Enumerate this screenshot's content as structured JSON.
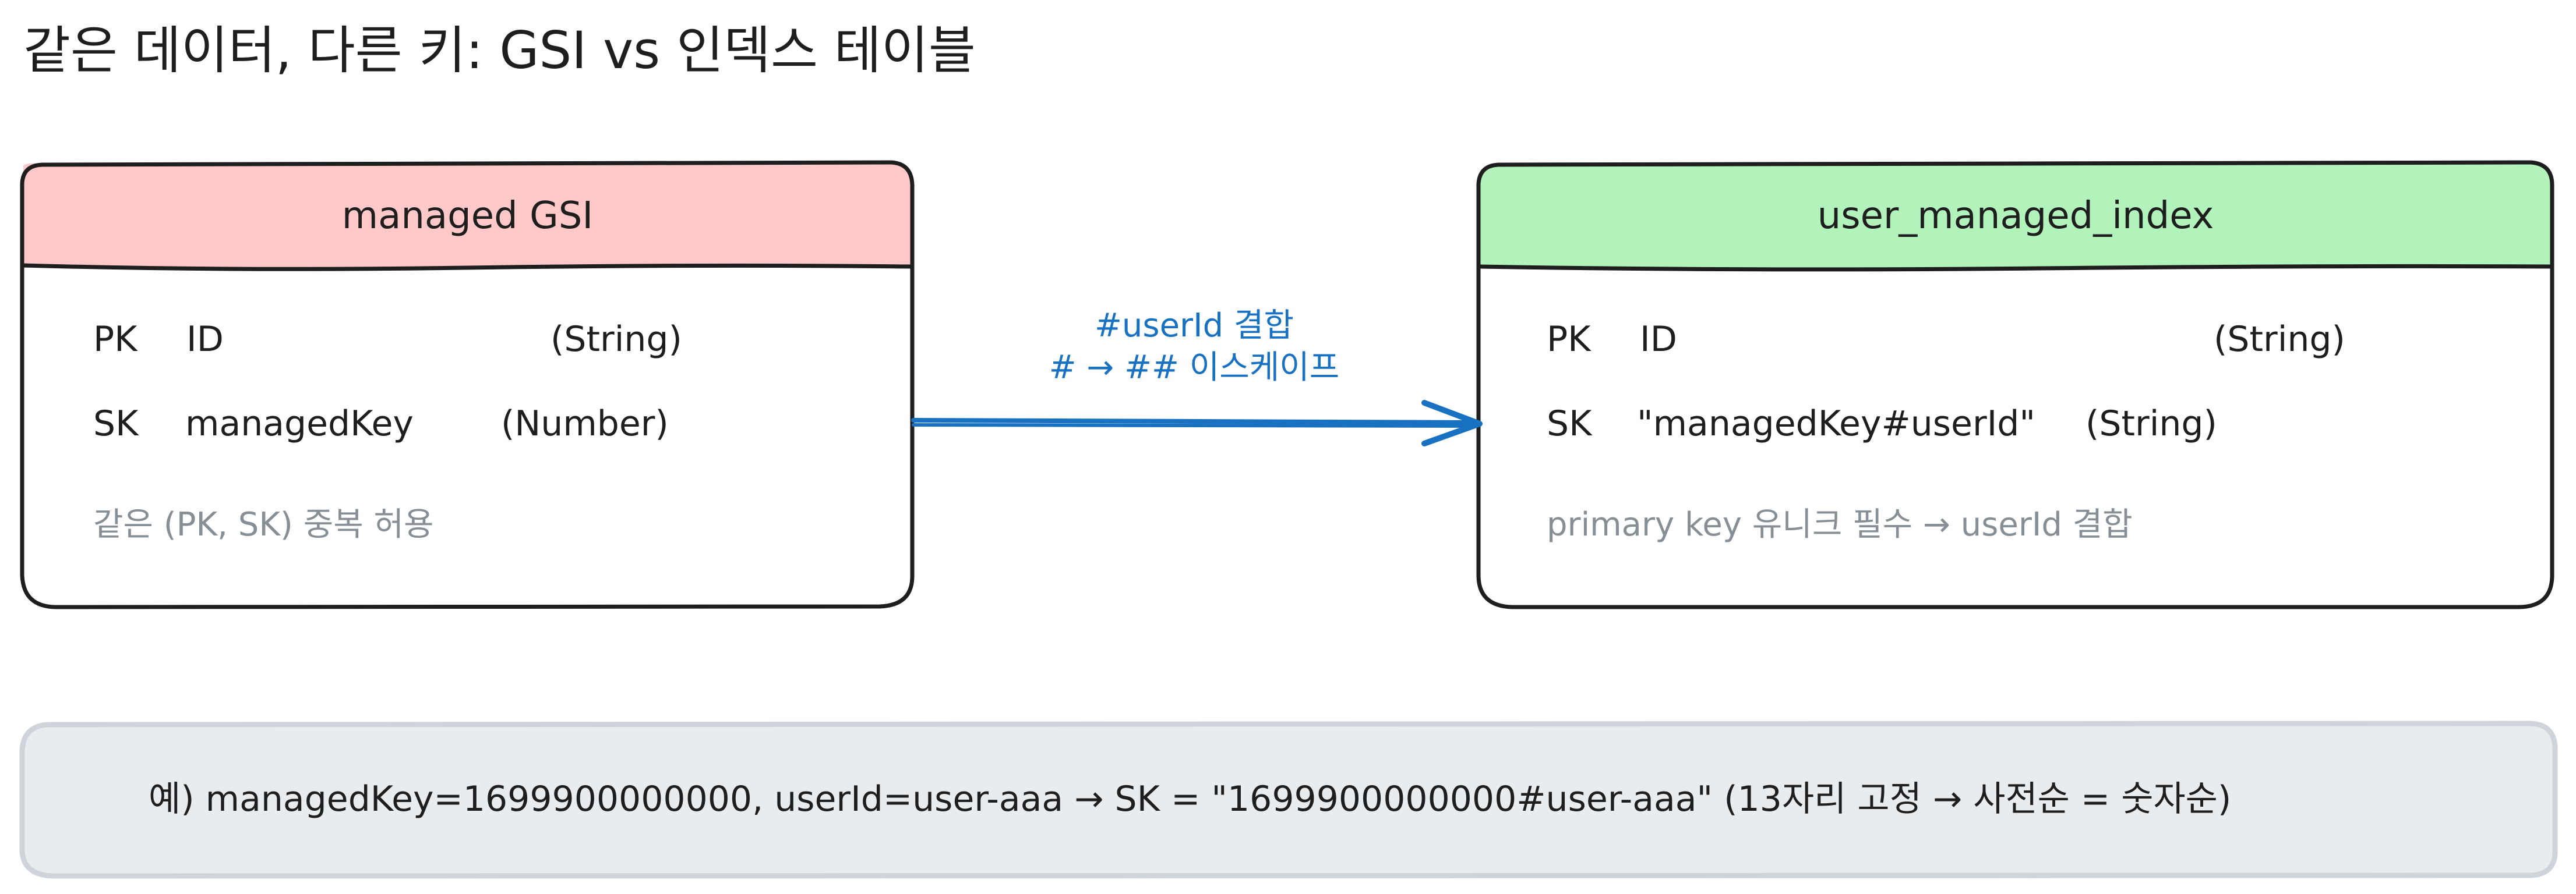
{
  "title": "같은 데이터, 다른 키: GSI vs 인덱스 테이블",
  "left_box": {
    "title": "managed GSI",
    "pk_tag": "PK",
    "pk_name": "ID",
    "pk_type": "(String)",
    "sk_tag": "SK",
    "sk_name": "managedKey",
    "sk_type": "(Number)",
    "note": "같은 (PK, SK) 중복 허용",
    "header_color": "#ffc9c9"
  },
  "right_box": {
    "title": "user_managed_index",
    "pk_tag": "PK",
    "pk_name": "ID",
    "pk_type": "(String)",
    "sk_tag": "SK",
    "sk_name": "\"managedKey#userId\"",
    "sk_type": "(String)",
    "note": "primary key 유니크 필수 → userId 결합",
    "header_color": "#b2f2bb"
  },
  "arrow": {
    "line1": "#userId 결합",
    "line2": "# → ## 이스케이프",
    "color": "#1971c2"
  },
  "example": {
    "text": "예)  managedKey=1699900000000, userId=user-aaa   →   SK = \"1699900000000#user-aaa\"   (13자리 고정 → 사전순 = 숫자순)",
    "background": "#e9ecef"
  }
}
